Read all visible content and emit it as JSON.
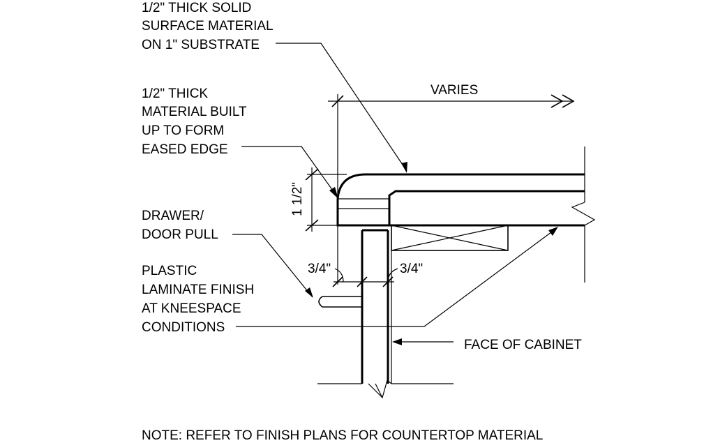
{
  "labels": {
    "solid_surface": [
      "1/2\" THICK SOLID",
      "SURFACE MATERIAL",
      "ON 1\" SUBSTRATE"
    ],
    "built_up": [
      "1/2\" THICK",
      "MATERIAL BUILT",
      "UP TO FORM",
      "EASED EDGE"
    ],
    "pull": [
      "DRAWER/",
      "DOOR PULL"
    ],
    "laminate": [
      "PLASTIC",
      "LAMINATE FINISH",
      "AT KNEESPACE",
      "CONDITIONS"
    ],
    "varies": "VARIES",
    "height_dim": "1 1/2\"",
    "dim_left": "3/4\"",
    "dim_right": "3/4\"",
    "face_of_cabinet": "FACE OF CABINET",
    "note": "NOTE:  REFER TO FINISH PLANS FOR COUNTERTOP MATERIAL"
  },
  "colors": {
    "ink": "#000000",
    "background": "#ffffff"
  }
}
